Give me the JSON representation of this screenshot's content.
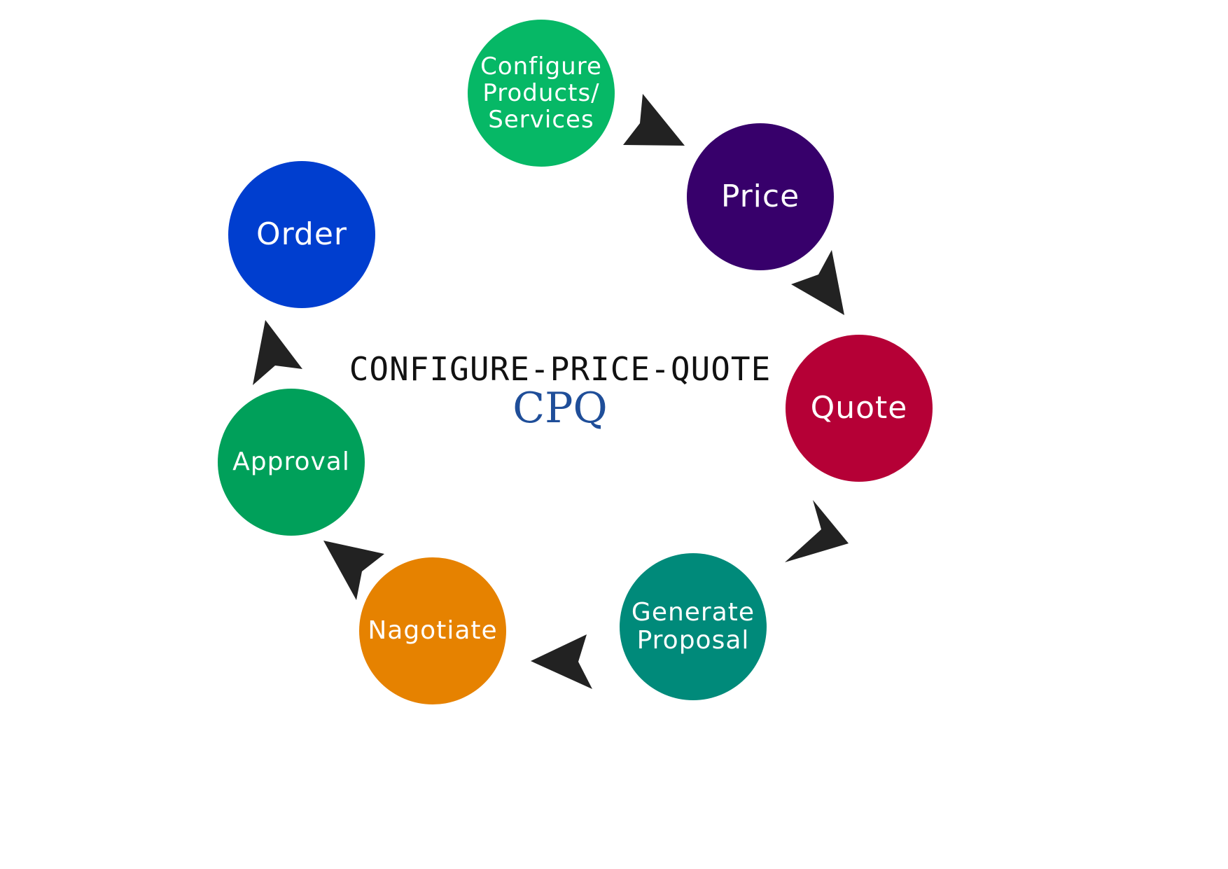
{
  "diagram": {
    "title": "CONFIGURE-PRICE-QUOTE",
    "abbreviation": "CPQ",
    "steps": [
      {
        "id": "configure",
        "label": "Configure\nProducts/\nServices",
        "color": "#06b866"
      },
      {
        "id": "price",
        "label": "Price",
        "color": "#37006b"
      },
      {
        "id": "quote",
        "label": "Quote",
        "color": "#b50036"
      },
      {
        "id": "generate",
        "label": "Generate\nProposal",
        "color": "#008a7a"
      },
      {
        "id": "negotiate",
        "label": "Nagotiate",
        "color": "#e68200"
      },
      {
        "id": "approval",
        "label": "Approval",
        "color": "#00a05a"
      },
      {
        "id": "order",
        "label": "Order",
        "color": "#003ecf"
      }
    ],
    "arrow_color": "#222222",
    "title_color": "#111111",
    "abbreviation_color": "#1f4e99"
  }
}
